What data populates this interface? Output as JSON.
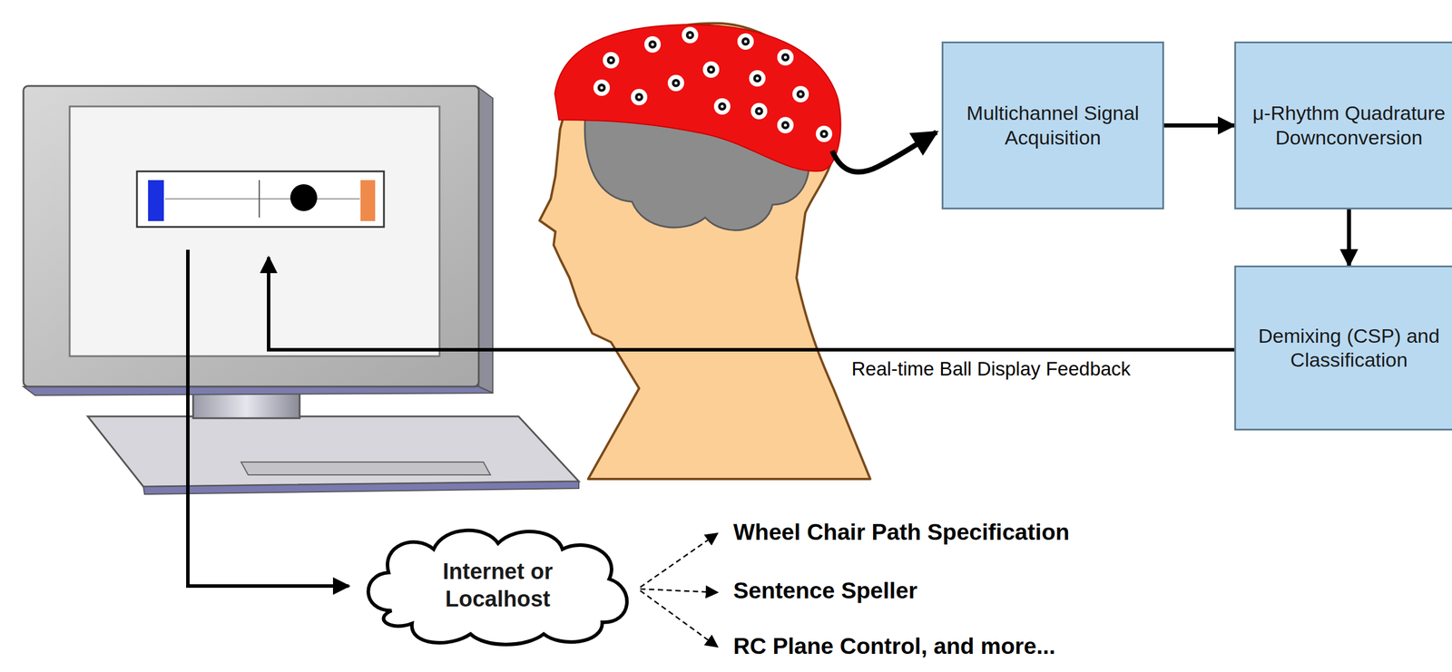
{
  "diagram": {
    "nodes": [
      {
        "text": [
          "Multichannel Signal Acquisition"
        ]
      },
      {
        "text": [
          "μ-Rhythm Quadrature Downconversion"
        ]
      },
      {
        "text": [
          "Demixing (CSP) and Classification"
        ]
      },
      {
        "text": [
          "Internet or Localhost"
        ]
      }
    ],
    "edges": [
      {
        "from": 0,
        "to": 1,
        "arrow": "to"
      },
      {
        "from": 1,
        "to": 2,
        "arrow": "to"
      }
    ],
    "labels": [
      "Real-time Ball Display Feedback",
      "Wheel Chair Path Specification",
      "Sentence Speller",
      "RC Plane Control, and more..."
    ]
  }
}
